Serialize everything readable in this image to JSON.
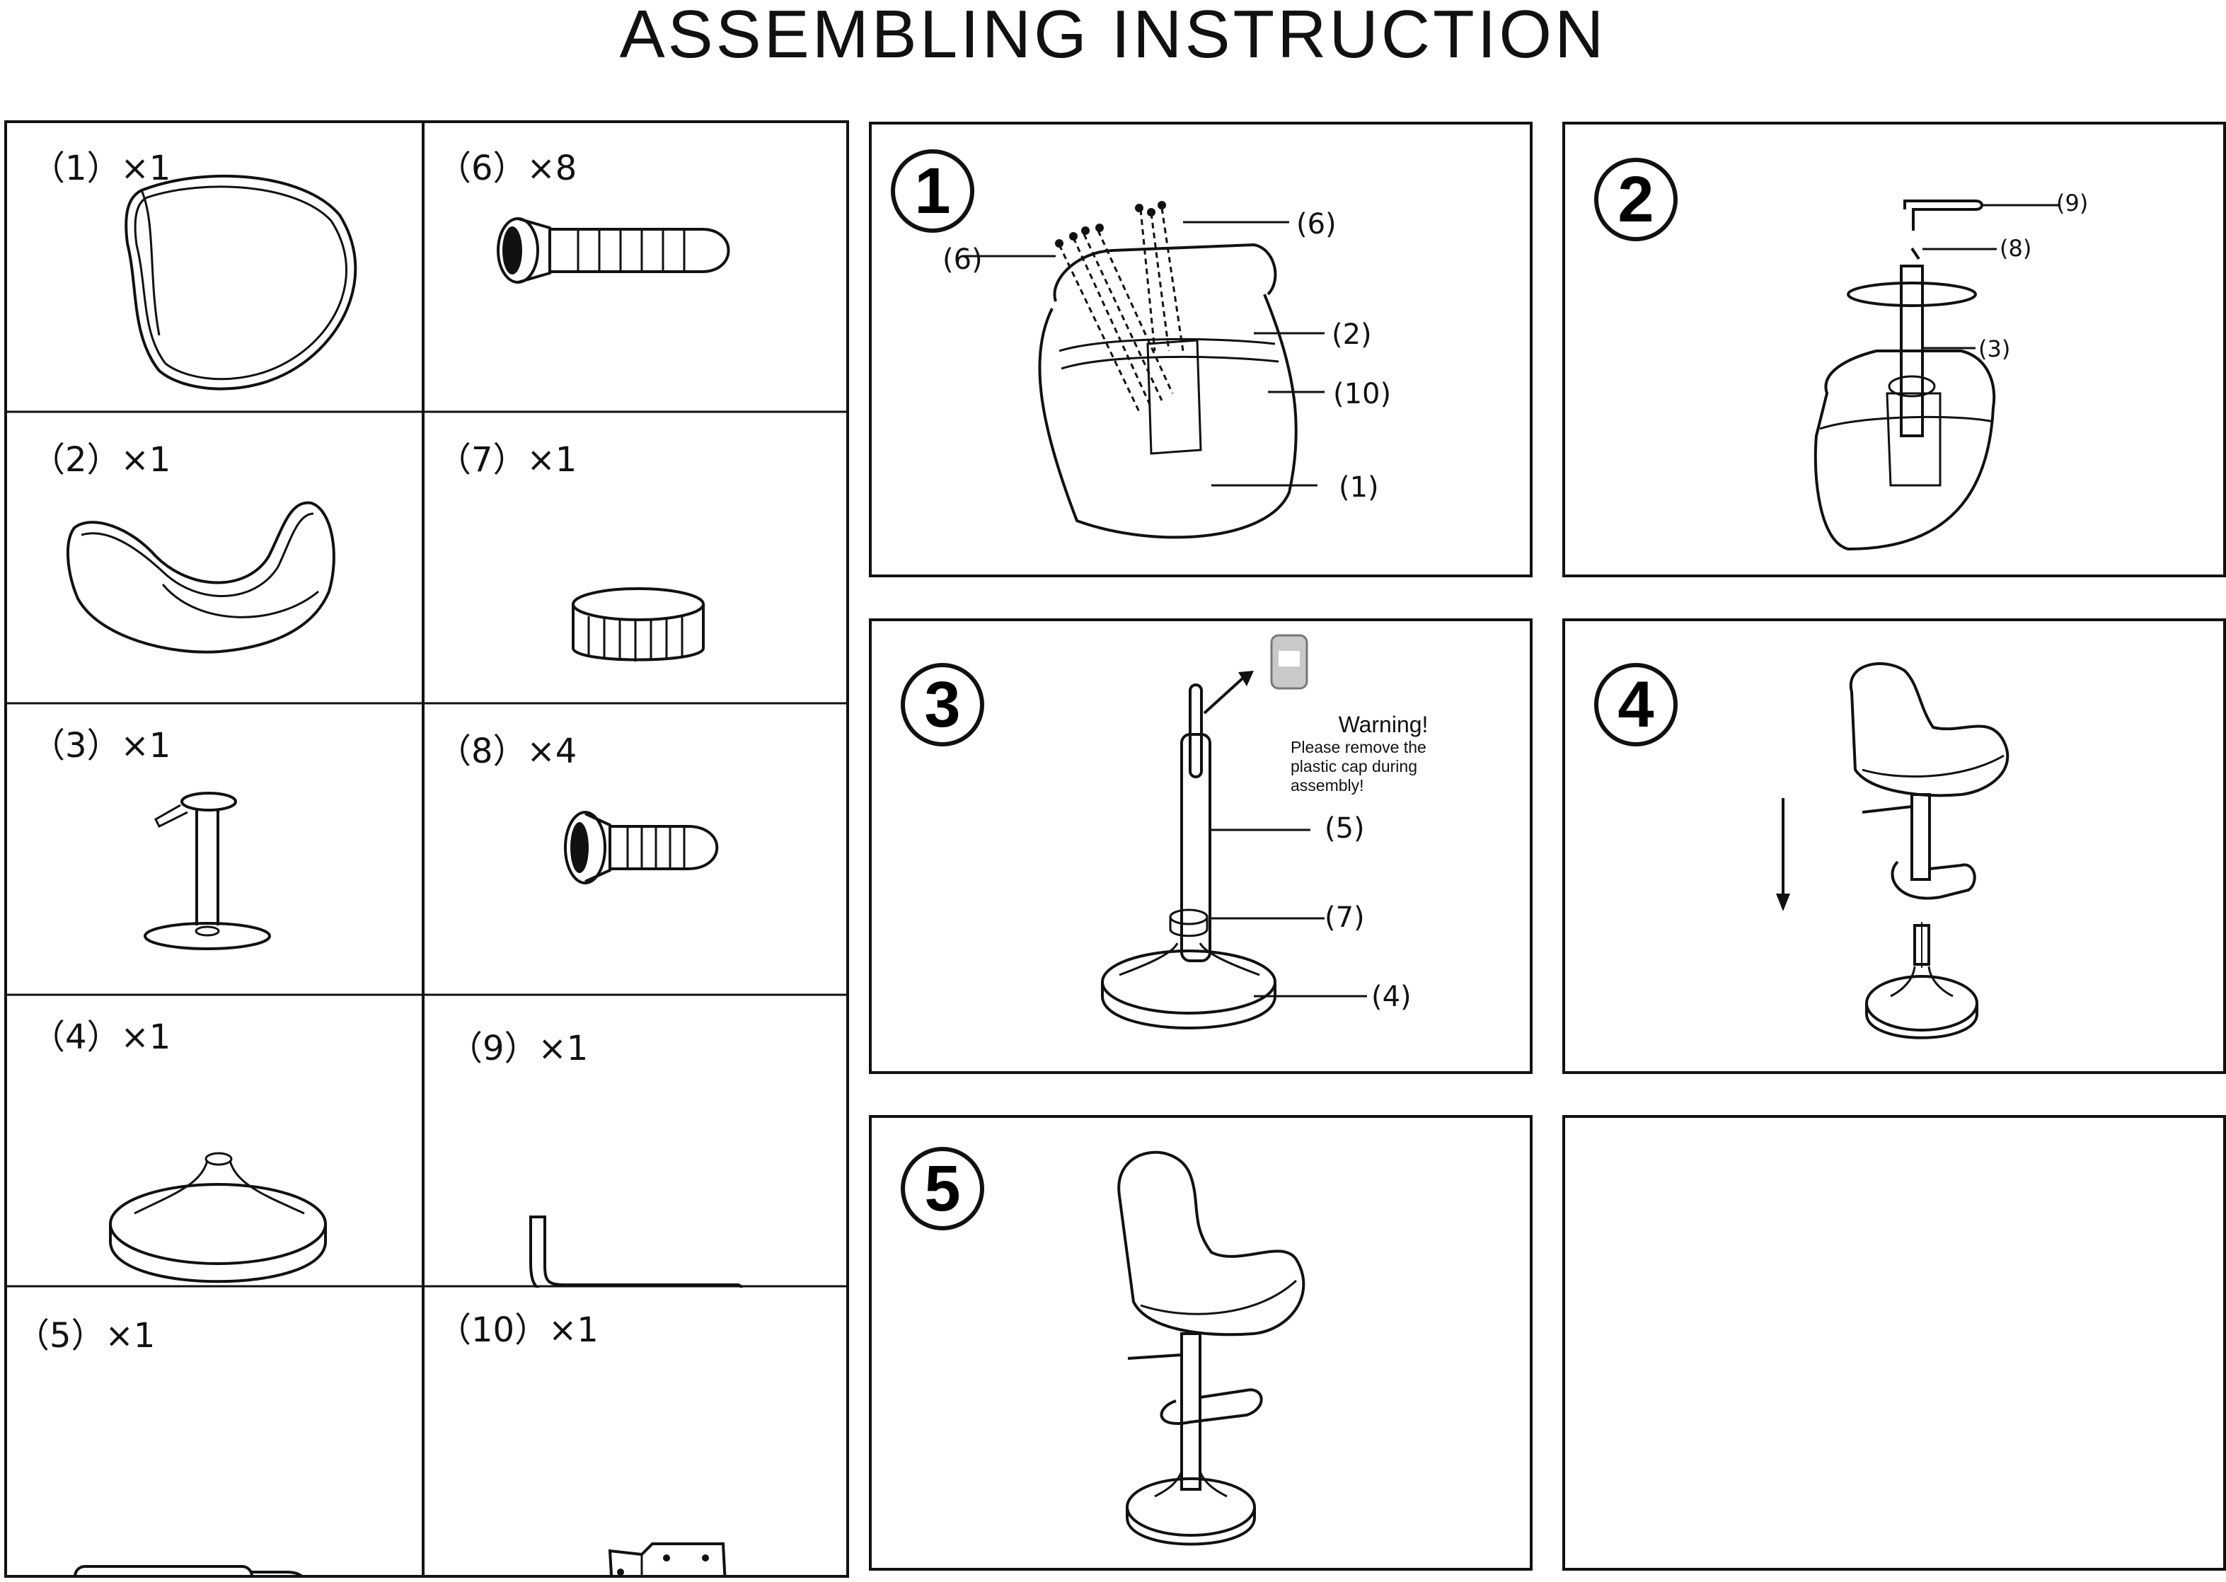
{
  "title": "ASSEMBLING INSTRUCTION",
  "parts": [
    {
      "label": "（1）×1",
      "icon": "seat-shell-icon"
    },
    {
      "label": "（6）×8",
      "icon": "screw-long-icon"
    },
    {
      "label": "（2）×1",
      "icon": "seat-cushion-icon"
    },
    {
      "label": "（7）×1",
      "icon": "plastic-cap-icon"
    },
    {
      "label": "（3）×1",
      "icon": "seat-mechanism-icon"
    },
    {
      "label": "（8）×4",
      "icon": "screw-short-icon"
    },
    {
      "label": "（4）×1",
      "icon": "round-base-icon"
    },
    {
      "label": "（9）×1",
      "icon": "allen-key-icon"
    },
    {
      "label": "（5）×1",
      "icon": "gas-cylinder-icon"
    },
    {
      "label": "（10）×1",
      "icon": "metal-bracket-icon"
    }
  ],
  "steps": [
    {
      "number": "1",
      "labels": [
        "(6)",
        "(6)",
        "(2)",
        "(10)",
        "(1)"
      ]
    },
    {
      "number": "2",
      "labels": [
        "(9)",
        "(8)",
        "(3)"
      ]
    },
    {
      "number": "3",
      "labels": [
        "(5)",
        "(7)",
        "(4)"
      ],
      "warning": {
        "title": "Warning!",
        "lines": [
          "Please remove the",
          "plastic cap during",
          "assembly!"
        ]
      }
    },
    {
      "number": "4"
    },
    {
      "number": "5"
    }
  ]
}
